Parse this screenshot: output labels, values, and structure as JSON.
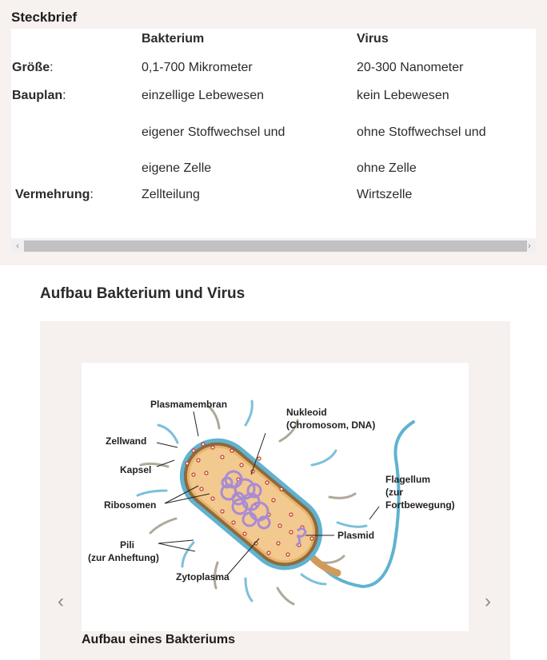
{
  "steckbrief": {
    "title": "Steckbrief",
    "headers": {
      "col1": "",
      "col2": "Bakterium",
      "col3": "Virus"
    },
    "rows": {
      "groesse": {
        "label": "Größe",
        "bakterium": "0,1-700 Mikrometer",
        "virus": "20-300 Nanometer"
      },
      "bauplan": {
        "label": "Bauplan",
        "bakterium": [
          "einzellige Lebewesen",
          "eigener Stoffwechsel und",
          "eigene Zelle"
        ],
        "virus": [
          "kein Lebewesen",
          "ohne Stoffwechsel und",
          "ohne Zelle"
        ]
      },
      "vermehrung": {
        "label": "Vermehrung",
        "bakterium": "Zellteilung",
        "virus": "Wirtszelle"
      }
    },
    "colon": ":",
    "scroll": {
      "left_arrow": "‹",
      "right_arrow": "›"
    }
  },
  "aufbau": {
    "title": "Aufbau Bakterium und Virus",
    "caption": "Aufbau eines Bakteriums",
    "prev_icon": "‹",
    "next_icon": "›",
    "diagram": {
      "labels": {
        "plasmamembran": "Plasmamembran",
        "nukleoid_1": "Nukleoid",
        "nukleoid_2": "(Chromosom, DNA)",
        "zellwand": "Zellwand",
        "kapsel": "Kapsel",
        "ribosomen": "Ribosomen",
        "flagellum_1": "Flagellum",
        "flagellum_2": "(zur",
        "flagellum_3": "Fortbewegung)",
        "plasmid": "Plasmid",
        "pili_1": "Pili",
        "pili_2": "(zur Anheftung)",
        "zytoplasma": "Zytoplasma"
      },
      "colors": {
        "capsule": "#5fb3d0",
        "wall": "#8e6a3e",
        "cytoplasm": "#f2c98f",
        "dna": "#a98bd4",
        "ribosome": "#c0392b",
        "pili": "#b0a899",
        "pili_blue": "#7cc0da"
      }
    }
  }
}
